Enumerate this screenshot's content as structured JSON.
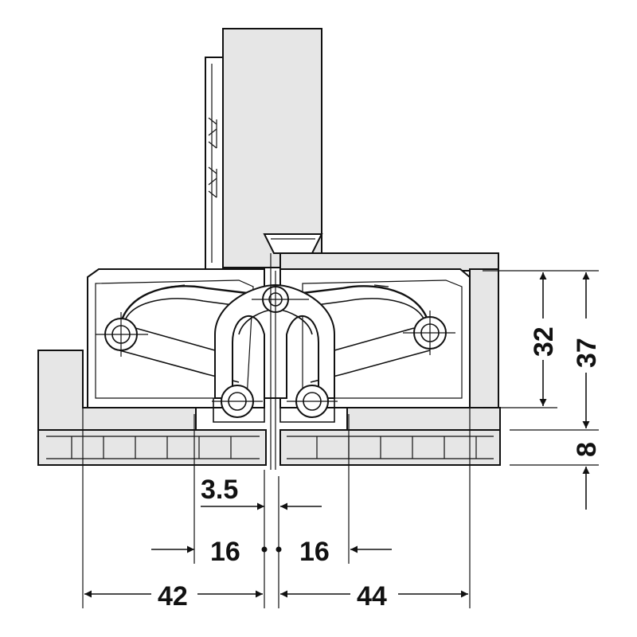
{
  "dimensions": {
    "gap": "3.5",
    "left_offset": "16",
    "right_offset": "16",
    "left_width": "42",
    "right_width": "44",
    "inner_height": "32",
    "outer_height": "37",
    "panel_thickness": "8"
  },
  "colors": {
    "line": "#111111",
    "panel_fill": "#e6e6e6",
    "background": "#ffffff"
  }
}
